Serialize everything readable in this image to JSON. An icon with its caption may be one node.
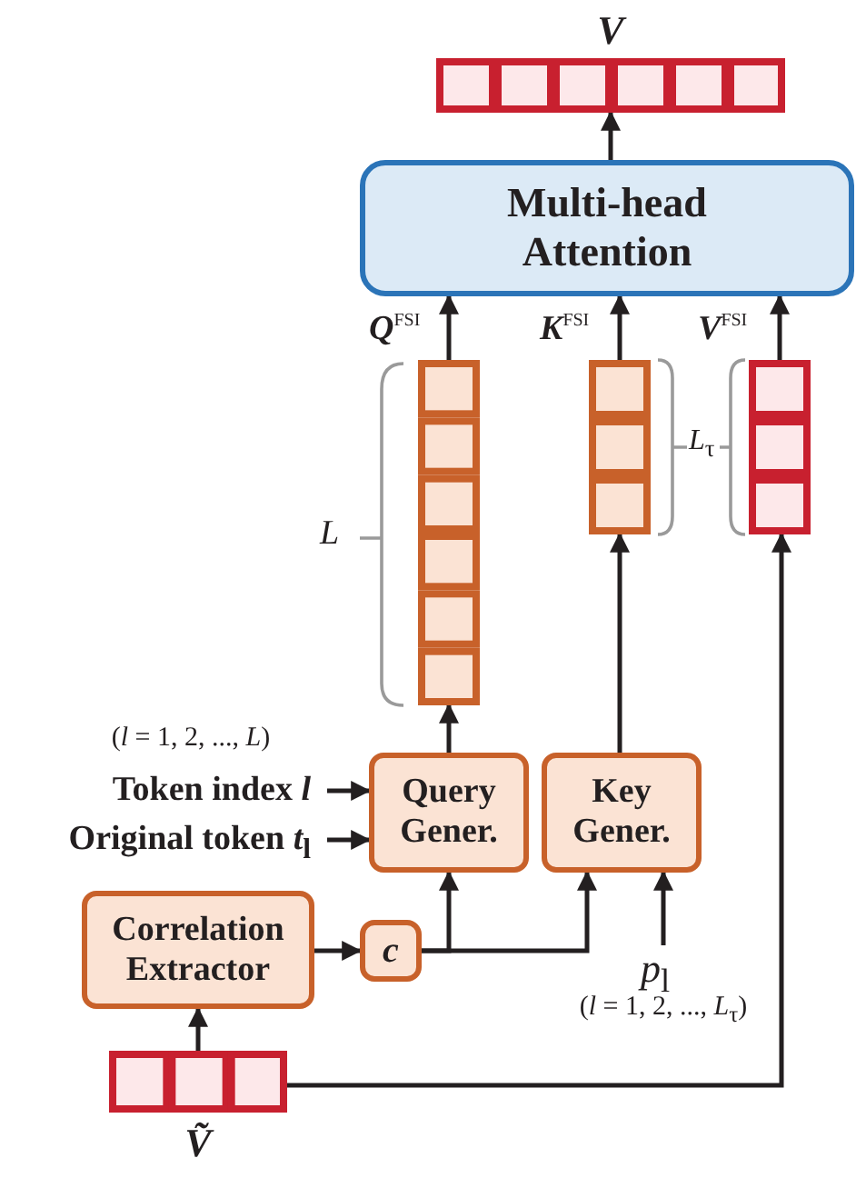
{
  "diagram": {
    "nodes": [
      {
        "text": [
          "V"
        ]
      },
      {
        "text": [
          "Multi-head Attention"
        ]
      },
      {
        "text": [],
        "shape": "bar"
      },
      {
        "text": [],
        "shape": "bar"
      },
      {
        "text": [],
        "shape": "bar"
      },
      {
        "text": [
          "Query Gener."
        ]
      },
      {
        "text": [
          "Key Gener."
        ]
      },
      {
        "text": [
          "Token index *l*"
        ],
        "beside": [
          "(*l* = 1, 2, ..., *L*)"
        ]
      },
      {
        "text": [
          "Original token *t*$_{l}$"
        ]
      },
      {
        "text": [
          "Correlation Extractor"
        ]
      },
      {
        "text": [
          "c"
        ]
      },
      {
        "text": [
          "*p*$_{l}$"
        ],
        "beside": [
          "(*l* = 1, 2, ..., *L*$_{τ}$)"
        ]
      },
      {
        "text": [
          "Ṽ"
        ]
      }
    ],
    "edges": [
      {
        "from": 1,
        "to": 0,
        "arrow": "to"
      },
      {
        "from": 2,
        "to": 1,
        "arrow": "to",
        "label": "*Q*$^{FSI}$"
      },
      {
        "from": 3,
        "to": 1,
        "arrow": "to",
        "label": "*K*$^{FSI}$"
      },
      {
        "from": 4,
        "to": 1,
        "arrow": "to",
        "label": "*V*$^{FSI}$"
      },
      {
        "from": 5,
        "to": 2,
        "arrow": "to"
      },
      {
        "from": 6,
        "to": 3,
        "arrow": "to"
      },
      {
        "from": 7,
        "to": 5,
        "arrow": "to"
      },
      {
        "from": 8,
        "to": 5,
        "arrow": "to"
      },
      {
        "from": 12,
        "to": 9,
        "arrow": "to"
      },
      {
        "from": 9,
        "to": 10,
        "arrow": "to"
      },
      {
        "from": 10,
        "to": 5,
        "arrow": "to"
      },
      {
        "from": 10,
        "to": 6,
        "arrow": "to"
      },
      {
        "from": 11,
        "to": 6,
        "arrow": "to"
      },
      {
        "from": 12,
        "to": 4,
        "arrow": "to"
      }
    ],
    "labels": [
      "*L*",
      "*L*$_{τ}$"
    ]
  }
}
